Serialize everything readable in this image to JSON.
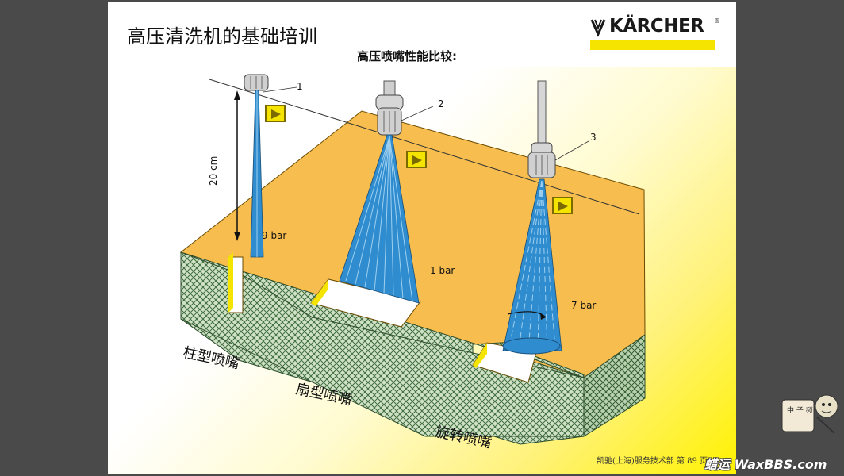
{
  "slide": {
    "title": "高压清洗机的基础培训",
    "subtitle": "高压喷嘴性能比较:",
    "brand": "KÄRCHER",
    "brand_reg": "®"
  },
  "diagram": {
    "callouts": [
      "1",
      "2",
      "3"
    ],
    "distance_label": "20 cm",
    "pressures": [
      "9 bar",
      "1 bar",
      "7 bar"
    ],
    "nozzle_types": [
      "柱型喷嘴",
      "扇型喷嘴",
      "旋转喷嘴"
    ]
  },
  "controls": {
    "play_buttons": [
      "play",
      "play",
      "play"
    ]
  },
  "footer": {
    "text": "凯驰(上海)服务技术部  第 89 页"
  },
  "overlay": {
    "watermark": "蜡运 WaxBBS.com",
    "badge_text": "中 子 频"
  },
  "colors": {
    "background": "#4a4a4a",
    "accent_yellow": "#f5e400",
    "surface_orange": "#f7be4f",
    "spray_blue": "#2f8ccf",
    "ground_green": "#c7dcc0"
  }
}
